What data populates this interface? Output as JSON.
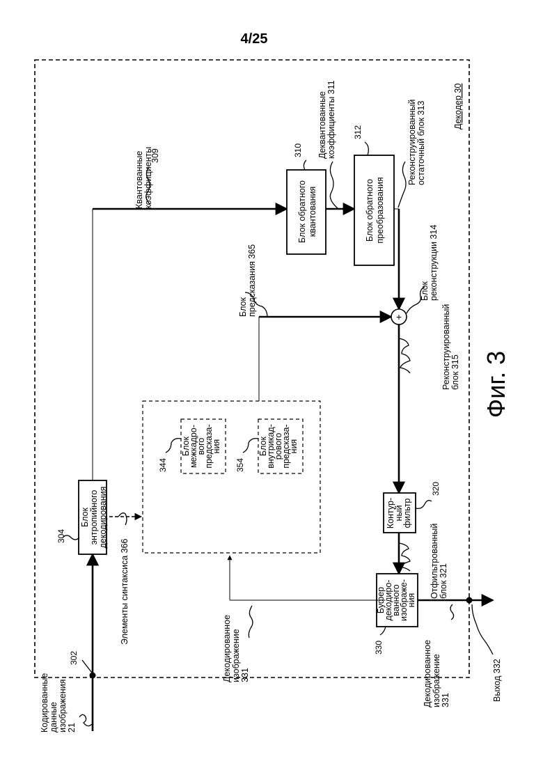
{
  "page_number": "4/25",
  "figure_caption": "Фиг. 3",
  "decoder_label": "Декодер 30",
  "blocks": {
    "entropy": {
      "label": [
        "Блок",
        "энтропийного",
        "декодирования"
      ],
      "ref": "304"
    },
    "inverse_quant": {
      "label": [
        "Блок обратного",
        "квантования"
      ],
      "ref": "310"
    },
    "inverse_transform": {
      "label": [
        "Блок обратного",
        "преобразования"
      ],
      "ref": "312"
    },
    "inter_pred": {
      "label": [
        "Блок",
        "межкадро-",
        "вого",
        "предсказа-",
        "ния"
      ],
      "ref": "344"
    },
    "intra_pred": {
      "label": [
        "Блок",
        "внутрикад-",
        "рового",
        "предсказа-",
        "ния"
      ],
      "ref": "354"
    },
    "loop_filter": {
      "label": [
        "Контур-",
        "ный",
        "фильтр"
      ],
      "ref": "320"
    },
    "dpb": {
      "label": [
        "Буфер",
        "декодиро-",
        "ванного",
        "изображе-",
        "ния"
      ],
      "ref": "330"
    },
    "adder": {
      "symbol": "+"
    }
  },
  "signals": {
    "encoded": [
      "Кодированные",
      "данные",
      "изображения",
      "21"
    ],
    "input_ref": "302",
    "syntax": "Элементы синтаксиса 366",
    "quant_coeffs": [
      "Квантованные",
      "коэффициенты",
      "309"
    ],
    "dequant_coeffs": [
      "Деквантованные",
      "коэффициенты 311"
    ],
    "residual": [
      "Реконструированный",
      "остаточный блок 313"
    ],
    "recon_block": [
      "Блок",
      "реконструкции 314"
    ],
    "pred_block": [
      "Блок",
      "предсказания 365"
    ],
    "recon_315": [
      "Реконструированный",
      "блок 315"
    ],
    "filtered": [
      "Отфильтрованный",
      "блок 321"
    ],
    "decoded_left": [
      "Декодированное",
      "изображение",
      "331"
    ],
    "decoded_bottom": [
      "Декодированное",
      "изображение",
      "331"
    ],
    "output": "Выход 332"
  }
}
